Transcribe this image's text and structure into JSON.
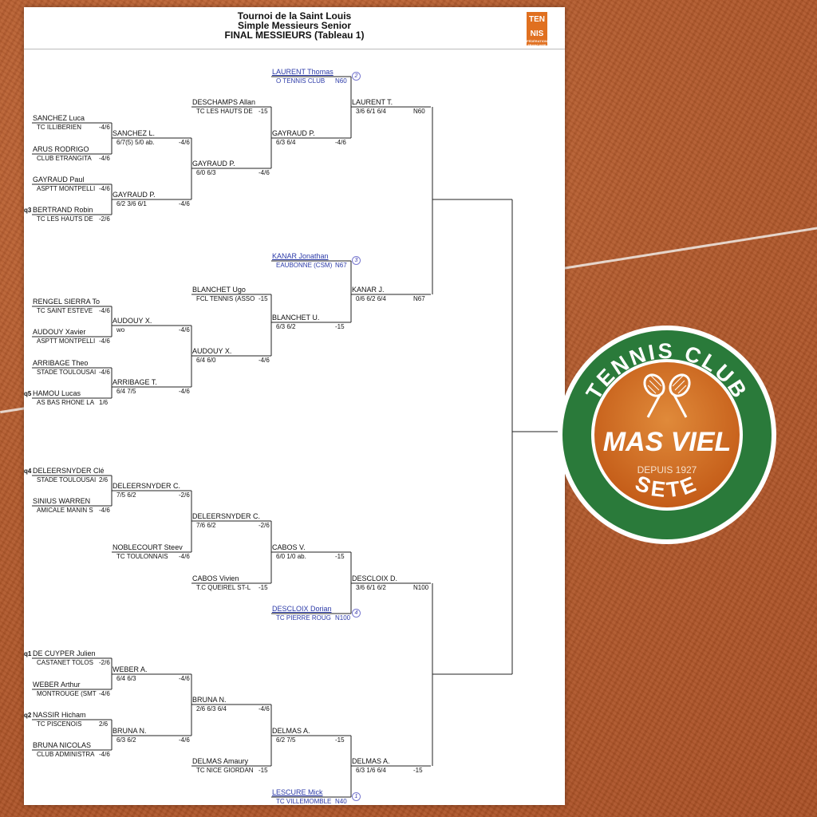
{
  "header": {
    "line1": "Tournoi de la Saint Louis",
    "line2": "Simple Messieurs Senior",
    "line3": "FINAL MESSIEURS (Tableau 1)",
    "logo_top": "TEN",
    "logo_bottom": "NIS",
    "logo_small": "FÉDÉRATION FRANÇAISE"
  },
  "round1": [
    {
      "id": "r1-1",
      "q": "",
      "name": "SANCHEZ Luca",
      "club": "TC ILLIBERIEN",
      "rank": "-4/6"
    },
    {
      "id": "r1-2",
      "q": "",
      "name": "ARUS RODRIGO",
      "club": "CLUB ETRANGITA",
      "rank": "-4/6"
    },
    {
      "id": "r1-3",
      "q": "",
      "name": "GAYRAUD Paul",
      "club": "ASPTT MONTPELLI",
      "rank": "-4/6"
    },
    {
      "id": "r1-4",
      "q": "q3",
      "name": "BERTRAND Robin",
      "club": "TC LES HAUTS DE",
      "rank": "-2/6"
    },
    {
      "id": "r1-5",
      "q": "",
      "name": "RENGEL SIERRA To",
      "club": "TC SAINT ESTEVE",
      "rank": "-4/6"
    },
    {
      "id": "r1-6",
      "q": "",
      "name": "AUDOUY Xavier",
      "club": "ASPTT MONTPELLI",
      "rank": "-4/6"
    },
    {
      "id": "r1-7",
      "q": "",
      "name": "ARRIBAGE Theo",
      "club": "STADE TOULOUSAI",
      "rank": "-4/6"
    },
    {
      "id": "r1-8",
      "q": "q5",
      "name": "HAMOU Lucas",
      "club": "AS BAS RHONE LA",
      "rank": "1/6"
    },
    {
      "id": "r1-9",
      "q": "q4",
      "name": "DELEERSNYDER Clé",
      "club": "STADE TOULOUSAI",
      "rank": "2/6"
    },
    {
      "id": "r1-10",
      "q": "",
      "name": "SINIUS WARREN",
      "club": "AMICALE MANIN S",
      "rank": "-4/6"
    },
    {
      "id": "r1-11",
      "q": "q1",
      "name": "DE CUYPER Julien",
      "club": "CASTANET TOLOS",
      "rank": "-2/6"
    },
    {
      "id": "r1-12",
      "q": "",
      "name": "WEBER Arthur",
      "club": "MONTROUGE (SMT",
      "rank": "-4/6"
    },
    {
      "id": "r1-13",
      "q": "q2",
      "name": "NASSIR Hicham",
      "club": "TC PISCENOIS",
      "rank": "2/6"
    },
    {
      "id": "r1-14",
      "q": "",
      "name": "BRUNA NICOLAS",
      "club": "CLUB ADMINISTRA",
      "rank": "-4/6"
    }
  ],
  "round2": [
    {
      "id": "r2-1",
      "name": "SANCHEZ L.",
      "score": "6/7(5) 5/0 ab.",
      "rank": "-4/6"
    },
    {
      "id": "r2-2",
      "name": "GAYRAUD P.",
      "score": "6/2 3/6 6/1",
      "rank": "-4/6"
    },
    {
      "id": "r2-3",
      "name": "AUDOUY X.",
      "score": "wo",
      "rank": "-4/6"
    },
    {
      "id": "r2-4",
      "name": "ARRIBAGE T.",
      "score": "6/4 7/5",
      "rank": "-4/6"
    },
    {
      "id": "r2-5",
      "name": "DELEERSNYDER C.",
      "score": "7/5 6/2",
      "rank": "-2/6"
    },
    {
      "id": "r2-6",
      "name": "NOBLECOURT Steev",
      "club": "TC TOULONNAIS",
      "rank": "-4/6"
    },
    {
      "id": "r2-7",
      "name": "WEBER A.",
      "score": "6/4 6/3",
      "rank": "-4/6"
    },
    {
      "id": "r2-8",
      "name": "BRUNA N.",
      "score": "6/3 6/2",
      "rank": "-4/6"
    }
  ],
  "round3": [
    {
      "id": "r3-1",
      "name": "DESCHAMPS Allan",
      "club": "TC LES HAUTS DE",
      "rank": "-15"
    },
    {
      "id": "r3-2",
      "name": "GAYRAUD P.",
      "score": "6/0 6/3",
      "rank": "-4/6"
    },
    {
      "id": "r3-3",
      "name": "BLANCHET Ugo",
      "club": "FCL TENNIS (ASSO",
      "rank": "-15"
    },
    {
      "id": "r3-4",
      "name": "AUDOUY X.",
      "score": "6/4 6/0",
      "rank": "-4/6"
    },
    {
      "id": "r3-5",
      "name": "DELEERSNYDER C.",
      "score": "7/6 6/2",
      "rank": "-2/6"
    },
    {
      "id": "r3-6",
      "name": "CABOS Vivien",
      "club": "T.C QUEIREL ST-L",
      "rank": "-15"
    },
    {
      "id": "r3-7",
      "name": "BRUNA N.",
      "score": "2/6 6/3 6/4",
      "rank": "-4/6"
    },
    {
      "id": "r3-8",
      "name": "DELMAS Amaury",
      "club": "TC NICE GIORDAN",
      "rank": "-15"
    }
  ],
  "round4": [
    {
      "id": "r4-1",
      "name": "LAURENT Thomas",
      "club": "O TENNIS CLUB",
      "rank": "N60",
      "seed": "2"
    },
    {
      "id": "r4-2",
      "name": "GAYRAUD P.",
      "score": "6/3 6/4",
      "rank": "-4/6"
    },
    {
      "id": "r4-3",
      "name": "KANAR Jonathan",
      "club": "EAUBONNE (CSM)",
      "rank": "N67",
      "seed": "3"
    },
    {
      "id": "r4-4",
      "name": "BLANCHET U.",
      "score": "6/3 6/2",
      "rank": "-15"
    },
    {
      "id": "r4-5",
      "name": "CABOS V.",
      "score": "6/0 1/0 ab.",
      "rank": "-15"
    },
    {
      "id": "r4-6",
      "name": "DESCLOIX Dorian",
      "club": "TC PIERRE ROUG",
      "rank": "N100",
      "seed": "4"
    },
    {
      "id": "r4-7",
      "name": "DELMAS A.",
      "score": "6/2 7/5",
      "rank": "-15"
    },
    {
      "id": "r4-8",
      "name": "LESCURE Mick",
      "club": "TC VILLEMOMBLE",
      "rank": "N40",
      "seed": "1"
    }
  ],
  "round5": [
    {
      "id": "r5-1",
      "name": "LAURENT T.",
      "score": "3/6 6/1 6/4",
      "rank": "N60"
    },
    {
      "id": "r5-2",
      "name": "KANAR J.",
      "score": "0/6 6/2 6/4",
      "rank": "N67"
    },
    {
      "id": "r5-3",
      "name": "DESCLOIX D.",
      "score": "3/6 6/1 6/2",
      "rank": "N100"
    },
    {
      "id": "r5-4",
      "name": "DELMAS A.",
      "score": "6/3 1/6 6/4",
      "rank": "-15"
    }
  ],
  "club_logo": {
    "top_text": "TENNIS CLUB",
    "center_text": "MAS VIEL",
    "since": "DEPUIS 1927",
    "bottom_text": "SETE",
    "green": "#2a7a3a",
    "orange": "#d8701e"
  }
}
